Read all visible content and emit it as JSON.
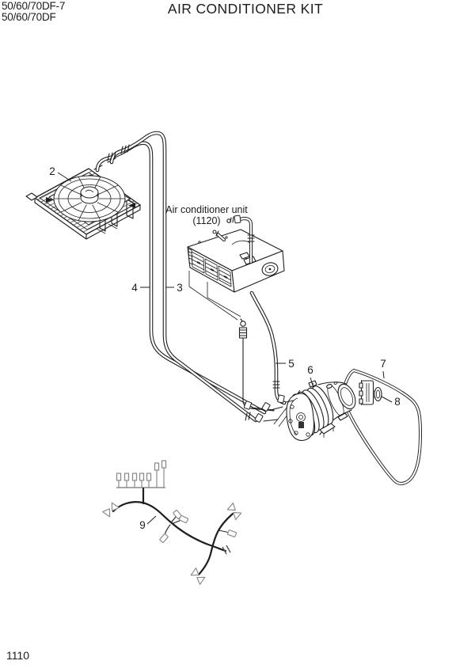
{
  "page": {
    "model_codes": [
      "50/60/70DF-7",
      "50/60/70DF"
    ],
    "title": "AIR CONDITIONER KIT",
    "page_number": "1110"
  },
  "diagram": {
    "ac_unit_label": "Air conditioner unit",
    "ac_unit_code": "(1120)",
    "callouts": {
      "condenser": "2",
      "discharge_hose": "3",
      "suction_hose": "4",
      "liquid_hose": "5",
      "compressor": "6",
      "belt": "7",
      "bracket": "8",
      "wiring_harness": "9"
    },
    "colors": {
      "line": "#1c1c1c",
      "secondary": "#8c8c8c",
      "background": "#ffffff"
    }
  }
}
